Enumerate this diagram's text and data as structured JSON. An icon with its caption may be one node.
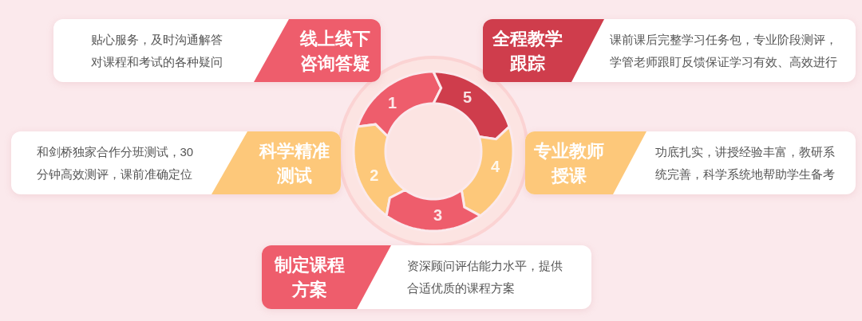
{
  "diagram": {
    "nodes": [
      {
        "text": [
          "贴心服务，及时沟通解答对课程和考试的各种疑问",
          "线上线下咨询答疑"
        ]
      },
      {
        "text": [
          "全程教学跟踪",
          "课前课后完整学习任务包，专业阶段测评，学管老师跟盯反馈保证学习有效、高效进行"
        ]
      },
      {
        "text": [
          "和剑桥独家合作分班测试，30分钟高效测评，课前准确定位",
          "科学精准测试"
        ]
      },
      {
        "text": [
          "专业教师授课",
          "功底扎实，讲授经验丰富，教研系统完善，科学系统地帮助学生备考"
        ]
      },
      {
        "text": [
          "制定课程方案",
          "资深顾问评估能力水平，提供合适优质的课程方案"
        ]
      },
      {
        "text": [
          "1"
        ]
      },
      {
        "text": [
          "5"
        ]
      },
      {
        "text": [
          "2"
        ]
      },
      {
        "text": [
          "4"
        ]
      },
      {
        "text": [
          "3"
        ]
      }
    ]
  }
}
